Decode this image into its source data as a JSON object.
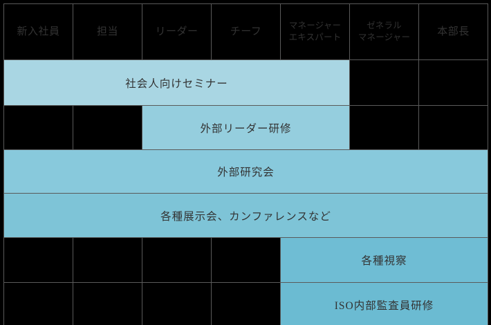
{
  "table": {
    "columns": [
      {
        "id": "col-shinnyu-shain",
        "lines": [
          "新入社員"
        ]
      },
      {
        "id": "col-tantou",
        "lines": [
          "担当"
        ]
      },
      {
        "id": "col-leader",
        "lines": [
          "リーダー"
        ]
      },
      {
        "id": "col-chief",
        "lines": [
          "チーフ"
        ]
      },
      {
        "id": "col-manager-expert",
        "lines": [
          "マネージャー",
          "エキスパート"
        ]
      },
      {
        "id": "col-general-manager",
        "lines": [
          "ゼネラル",
          "マネージャー"
        ]
      },
      {
        "id": "col-honbuchou",
        "lines": [
          "本部長"
        ]
      }
    ],
    "rows": [
      {
        "id": "row-shakaijin-seminar",
        "label": "社会人向けセミナー",
        "start": 1,
        "span": 5,
        "tone": "t1"
      },
      {
        "id": "row-gaibu-leader-kenshu",
        "label": "外部リーダー研修",
        "start": 3,
        "span": 3,
        "tone": "t2"
      },
      {
        "id": "row-gaibu-kenkyukai",
        "label": "外部研究会",
        "start": 1,
        "span": 7,
        "tone": "t3"
      },
      {
        "id": "row-tenjikai-conference",
        "label": "各種展示会、カンファレンスなど",
        "start": 1,
        "span": 7,
        "tone": "t4"
      },
      {
        "id": "row-kakushu-shisatsu",
        "label": "各種視察",
        "start": 5,
        "span": 3,
        "tone": "t5"
      },
      {
        "id": "row-iso-naibu-kansa",
        "label": "ISO内部監査員研修",
        "start": 5,
        "span": 3,
        "tone": "t6"
      }
    ]
  },
  "colors": {
    "background": "#000000",
    "grid_line": "#5a5a5a",
    "text": "#333333",
    "tone1": "#a9d6e3",
    "tone2": "#95cede",
    "tone3": "#88c9dc",
    "tone4": "#7ec4d7",
    "tone5": "#6fbdd4",
    "tone6": "#6bbbd2"
  }
}
